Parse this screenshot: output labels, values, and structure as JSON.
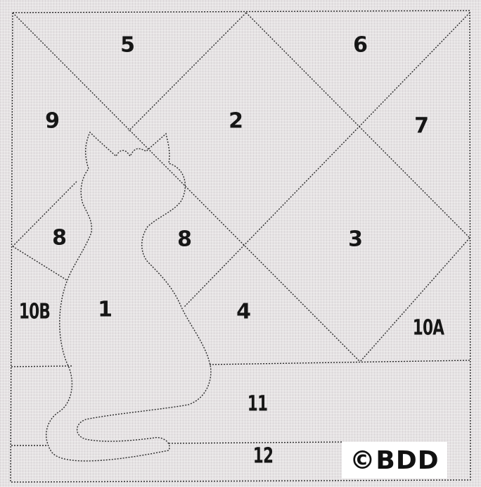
{
  "labels": {
    "r1": "1",
    "r2": "2",
    "r3": "3",
    "r4": "4",
    "r5": "5",
    "r6": "6",
    "r7": "7",
    "r8_left": "8",
    "r8_right": "8",
    "r9": "9",
    "r10a": "10A",
    "r10b": "10B",
    "r11": "11",
    "r12": "12"
  },
  "watermark": "©BDD",
  "colors": {
    "canvas": "#e6e3e4",
    "line": "#2a2a2a",
    "text": "#161616"
  }
}
